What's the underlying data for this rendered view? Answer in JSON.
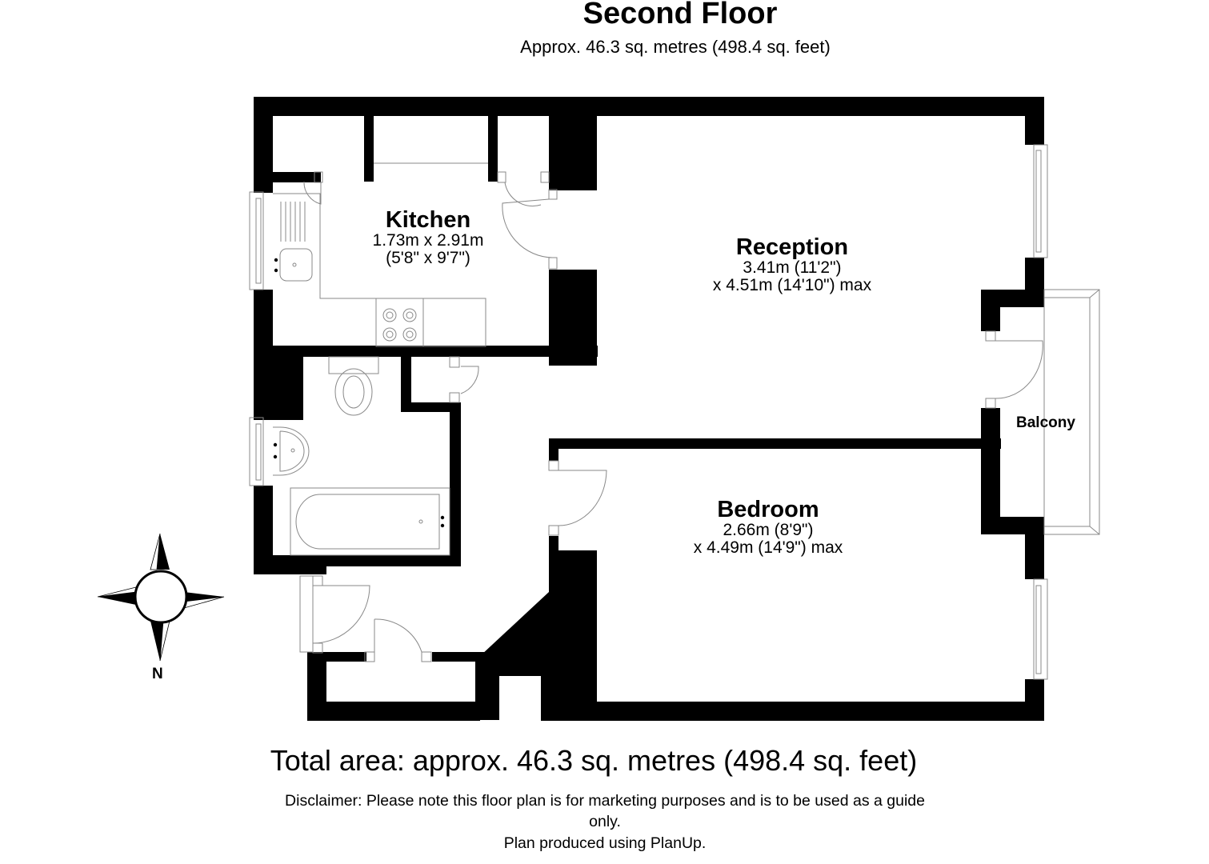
{
  "header": {
    "title": "Second Floor",
    "subtitle": "Approx. 46.3 sq. metres (498.4 sq. feet)"
  },
  "rooms": [
    {
      "name": "Kitchen",
      "dim1": "1.73m x 2.91m",
      "dim2": "(5'8\" x 9'7\")"
    },
    {
      "name": "Reception",
      "dim1": "3.41m (11'2\")",
      "dim2": "x 4.51m (14'10\") max"
    },
    {
      "name": "Bedroom",
      "dim1": "2.66m (8'9\")",
      "dim2": "x 4.49m (14'9\") max"
    },
    {
      "name": "Balcony"
    }
  ],
  "compass": {
    "label": "N"
  },
  "footer": {
    "total_area": "Total area: approx. 46.3 sq. metres (498.4 sq. feet)",
    "disclaimer_line1": "Disclaimer: Please note this floor plan is for marketing purposes and is to be used as a guide",
    "disclaimer_line2": "only.",
    "produced_by": "Plan produced using PlanUp."
  },
  "colors": {
    "wall": "#000000",
    "fixture_line": "#888888",
    "background": "#ffffff"
  }
}
